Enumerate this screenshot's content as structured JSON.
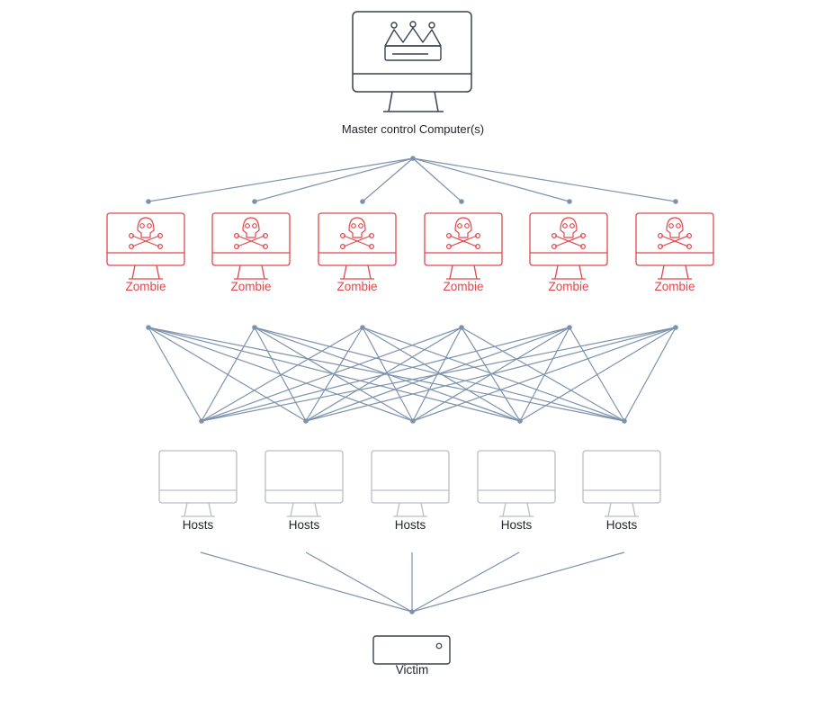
{
  "colors": {
    "master": "#3a4150",
    "zombie": "#e0474c",
    "host": "#b9bdc4",
    "victim": "#3a4150",
    "link": "#7e92ad",
    "node": "#7e92ad",
    "text": "#1f232b"
  },
  "icons": {
    "master": "crown-icon",
    "zombie": "skull-crossbones-icon",
    "host": "monitor-icon",
    "victim": "server-icon"
  },
  "master": {
    "label": "Master control Computer(s)"
  },
  "zombies": [
    {
      "label": "Zombie"
    },
    {
      "label": "Zombie"
    },
    {
      "label": "Zombie"
    },
    {
      "label": "Zombie"
    },
    {
      "label": "Zombie"
    },
    {
      "label": "Zombie"
    }
  ],
  "hosts": [
    {
      "label": "Hosts"
    },
    {
      "label": "Hosts"
    },
    {
      "label": "Hosts"
    },
    {
      "label": "Hosts"
    },
    {
      "label": "Hosts"
    }
  ],
  "victim": {
    "label": "Victim"
  },
  "connections": {
    "master_to_zombies": "each",
    "zombies_to_hosts": "all-to-all",
    "hosts_to_victim": "each"
  }
}
